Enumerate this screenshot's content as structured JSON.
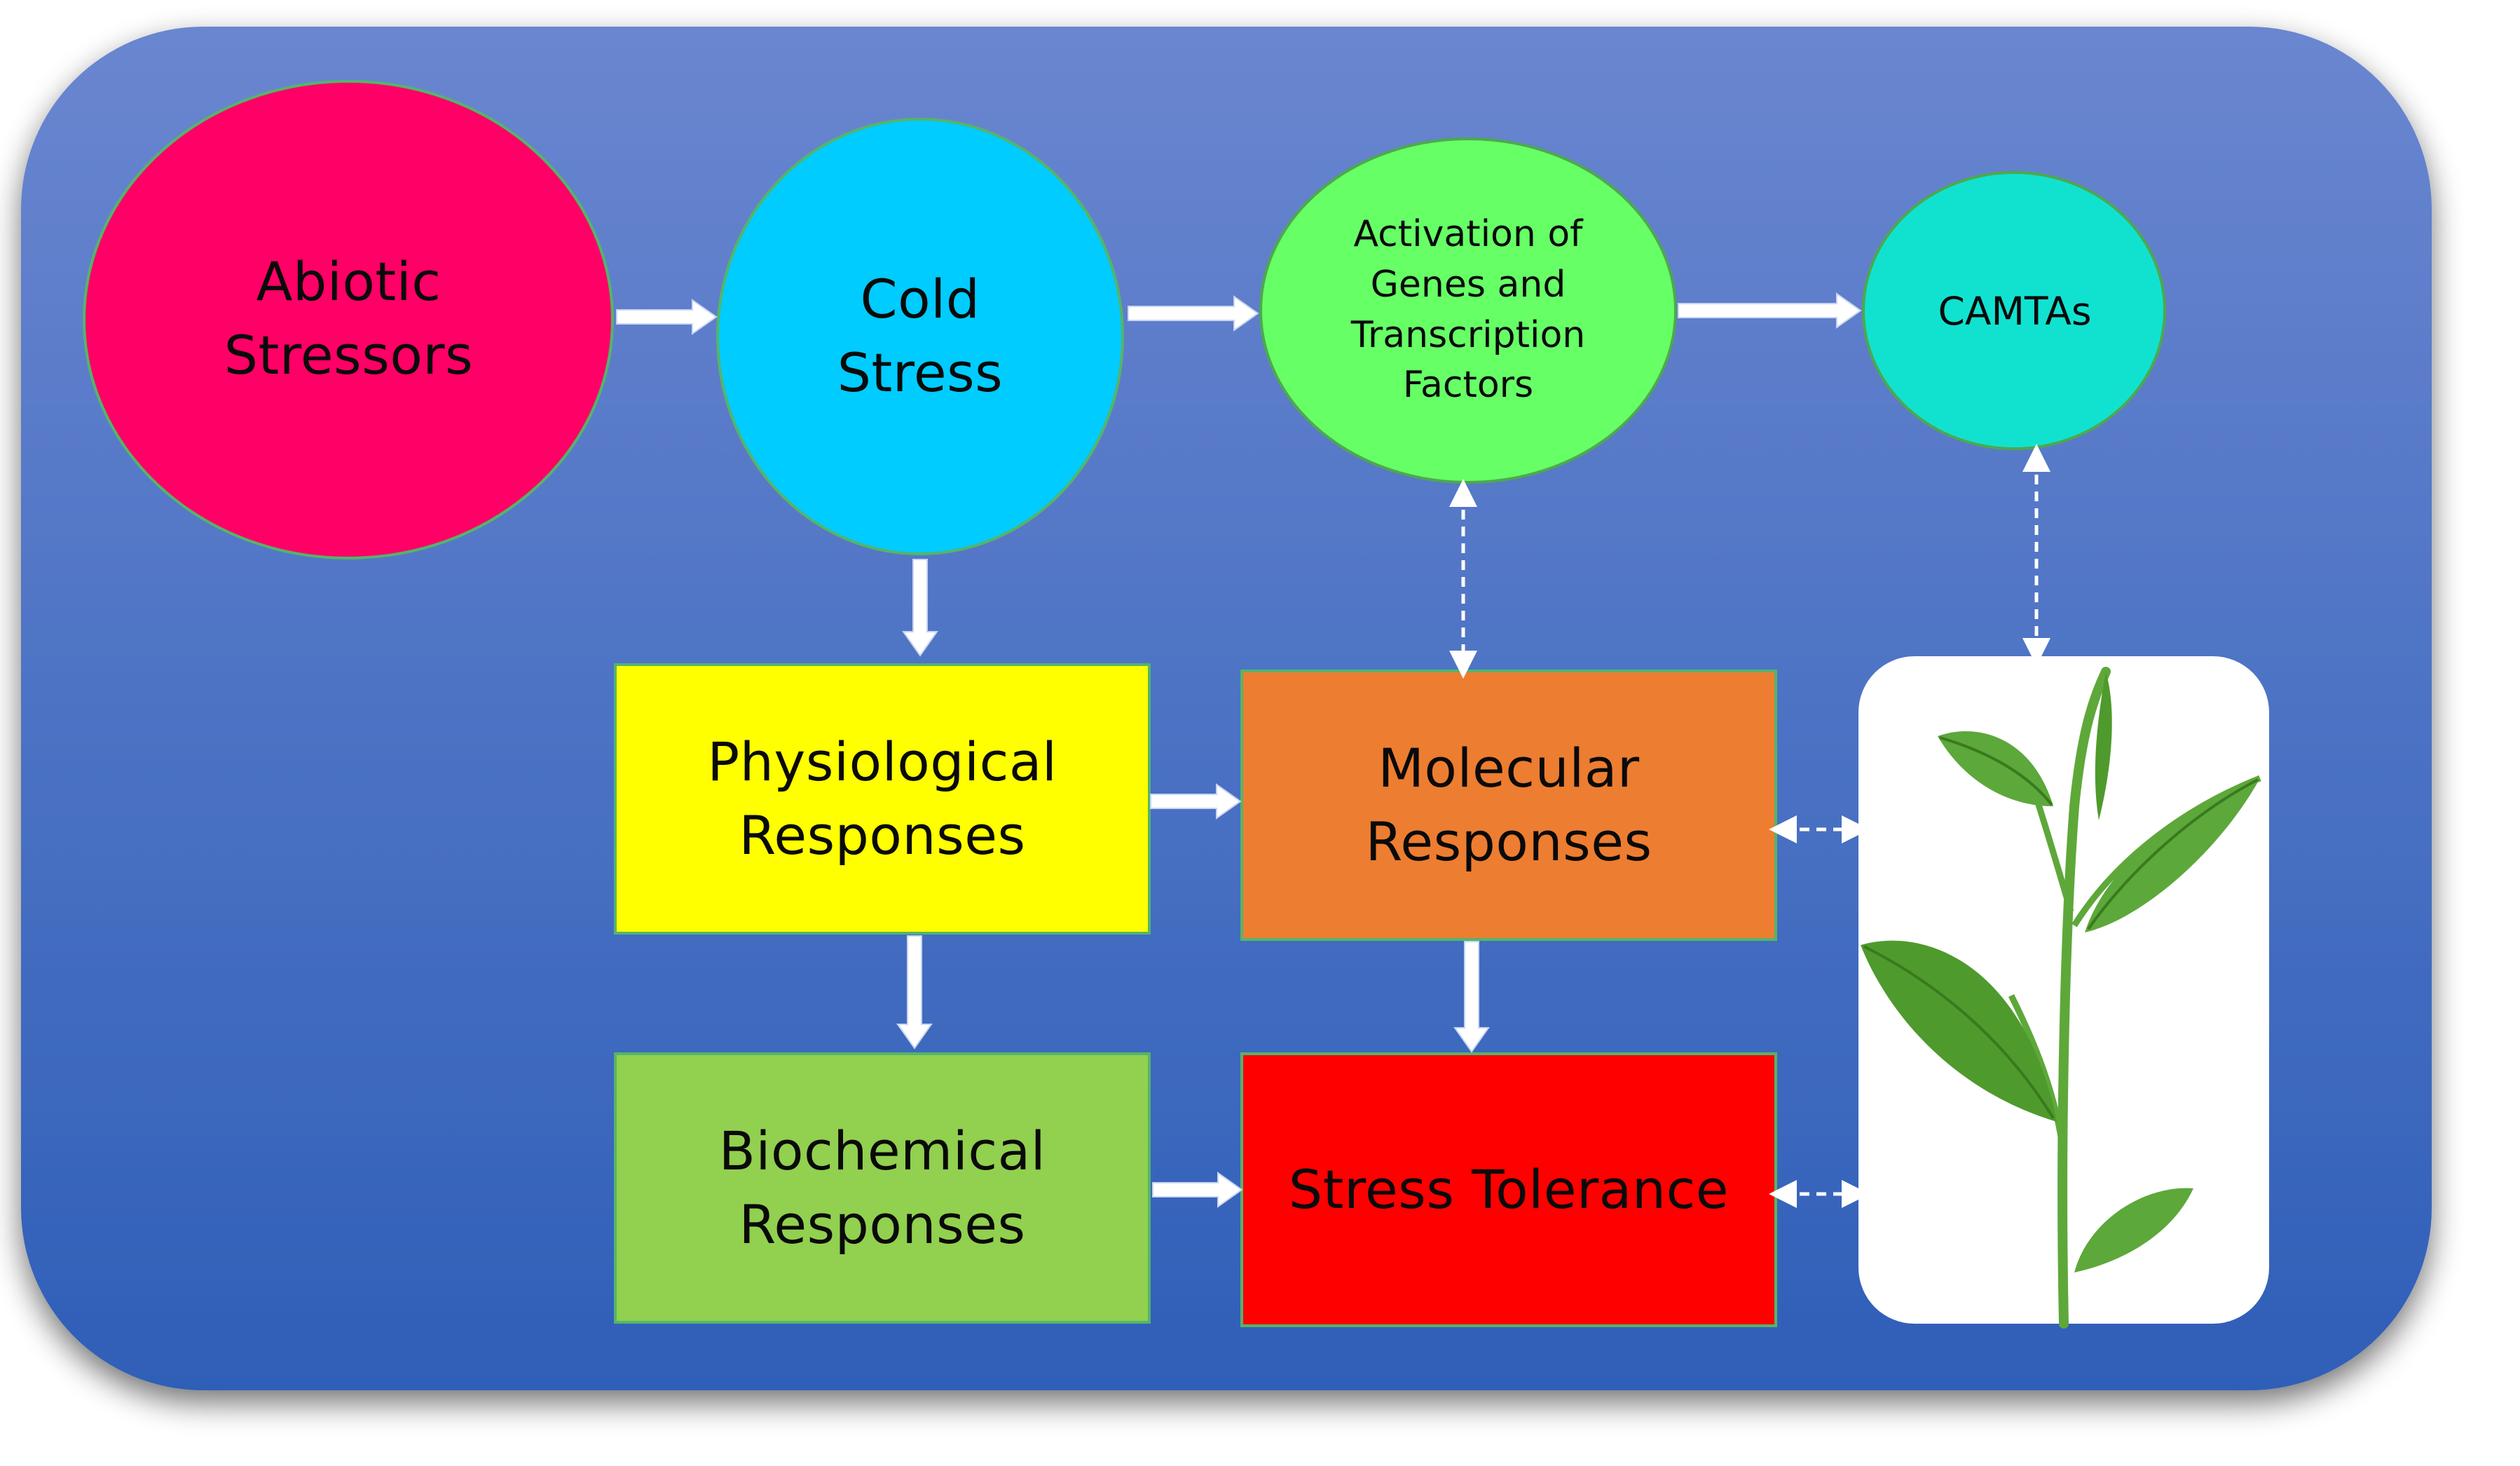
{
  "nodes": {
    "abiotic_stressors": {
      "text": "Abiotic\nStressors",
      "color": "#ff0066"
    },
    "cold_stress": {
      "text": "Cold\nStress",
      "color": "#00ccff"
    },
    "activation": {
      "text": "Activation of\nGenes and\nTranscription\nFactors",
      "color": "#66ff66"
    },
    "camtas": {
      "text": "CAMTAs",
      "color": "#11e2d0"
    },
    "physiological": {
      "text": "Physiological\nResponses",
      "color": "#ffff00"
    },
    "molecular": {
      "text": "Molecular\nResponses",
      "color": "#ed7d31"
    },
    "biochemical": {
      "text": "Biochemical\nResponses",
      "color": "#92d050"
    },
    "stress_tolerance": {
      "text": "Stress Tolerance",
      "color": "#ff0000"
    }
  },
  "colors": {
    "background_top": "#6a86d0",
    "background_bottom": "#2f5fb8",
    "arrow": "#ffffff"
  },
  "image": {
    "subject": "tea-plant-shoot"
  }
}
